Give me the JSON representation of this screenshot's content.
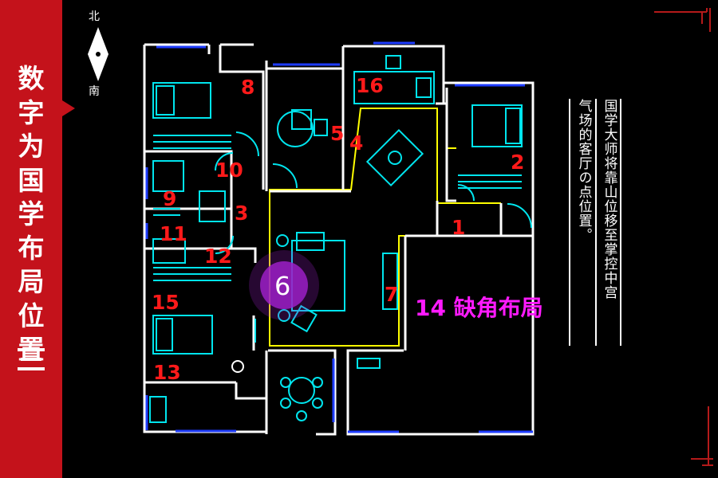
{
  "sidebar": {
    "title_chars": [
      "数",
      "字",
      "为",
      "国",
      "学",
      "布",
      "局",
      "位",
      "置"
    ]
  },
  "compass": {
    "north": "北",
    "south": "南"
  },
  "rooms": [
    {
      "id": "8",
      "label": "8"
    },
    {
      "id": "16",
      "label": "16"
    },
    {
      "id": "5",
      "label": "5"
    },
    {
      "id": "4",
      "label": "4"
    },
    {
      "id": "2",
      "label": "2"
    },
    {
      "id": "10",
      "label": "10"
    },
    {
      "id": "9",
      "label": "9"
    },
    {
      "id": "3",
      "label": "3"
    },
    {
      "id": "11",
      "label": "11"
    },
    {
      "id": "12",
      "label": "12"
    },
    {
      "id": "1",
      "label": "1"
    },
    {
      "id": "6",
      "label": "6"
    },
    {
      "id": "7",
      "label": "7"
    },
    {
      "id": "15",
      "label": "15"
    },
    {
      "id": "13",
      "label": "13"
    }
  ],
  "missing_corner_label": "14 缺角布局",
  "note": {
    "col1": "国学大师将靠山位移至掌控中宫",
    "col2": "气场的客厅の点位置。"
  },
  "colors": {
    "wall": "#ffffff",
    "furniture": "#00e5ee",
    "window": "#1e3cff",
    "zone_outline": "#ffff00",
    "room_number": "#ff1a1a",
    "missing_corner_label": "#ff1aff",
    "sidebar": "#c4121b"
  }
}
